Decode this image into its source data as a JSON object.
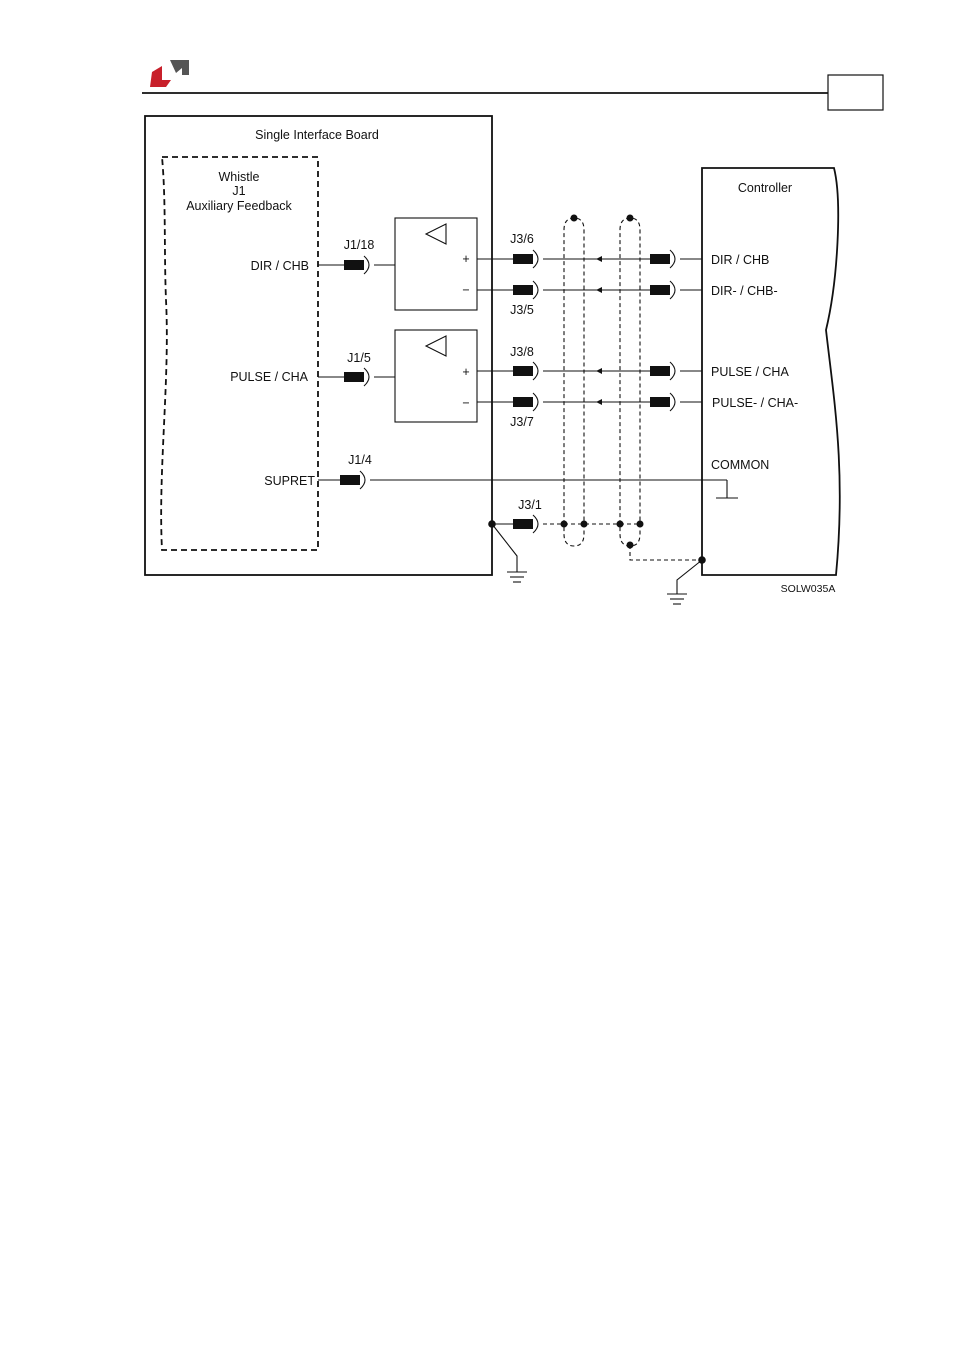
{
  "header": {
    "logo_icon": "company-logo-icon",
    "brand_colors": {
      "red": "#c8202b",
      "gray": "#555555"
    },
    "page_number": ""
  },
  "diagram": {
    "board_title": "Single Interface Board",
    "feedback_block": {
      "line1": "Whistle",
      "line2": "J1",
      "line3": "Auxiliary Feedback"
    },
    "controller_title": "Controller",
    "left_signals": {
      "dir": "DIR / CHB",
      "pulse": "PULSE / CHA",
      "supret": "SUPRET"
    },
    "j1_connectors": {
      "dir": "J1/18",
      "pulse": "J1/5",
      "supret": "J1/4"
    },
    "j3_connectors": {
      "dir_plus": "J3/6",
      "dir_minus": "J3/5",
      "pulse_plus": "J3/8",
      "pulse_minus": "J3/7",
      "ground": "J3/1"
    },
    "polarity": {
      "plus": "+",
      "minus": "−"
    },
    "controller_signals": {
      "dir_plus": "DIR / CHB",
      "dir_minus": "DIR- / CHB-",
      "pulse_plus": "PULSE / CHA",
      "pulse_minus": "PULSE- / CHA-",
      "common": "COMMON"
    },
    "figure_code": "SOLW035A"
  }
}
